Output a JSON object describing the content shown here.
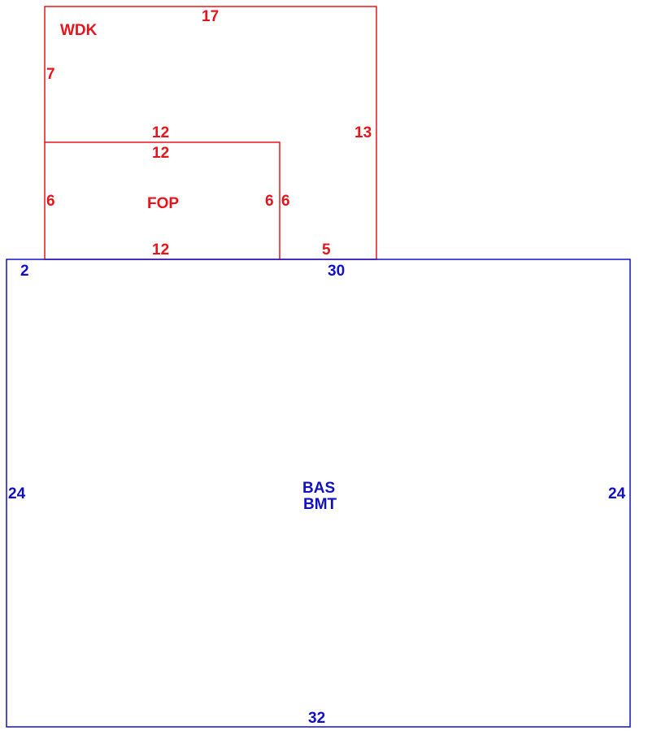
{
  "colors": {
    "upper_structures": "#e8141c",
    "main_structure": "#1010c8",
    "background": "#ffffff"
  },
  "areas": {
    "wdk": {
      "code": "WDK",
      "dimensions": {
        "top": "17",
        "left_upper": "7",
        "right": "13",
        "bottom_right": "5"
      }
    },
    "fop": {
      "code": "FOP",
      "dimensions": {
        "top_outer": "12",
        "top_inner": "12",
        "left": "6",
        "right_inner": "6",
        "right_outer": "6",
        "bottom": "12"
      }
    },
    "bas": {
      "codes": [
        "BAS",
        "BMT"
      ],
      "dimensions": {
        "top_left": "2",
        "top": "30",
        "left": "24",
        "right": "24",
        "bottom": "32"
      }
    }
  }
}
